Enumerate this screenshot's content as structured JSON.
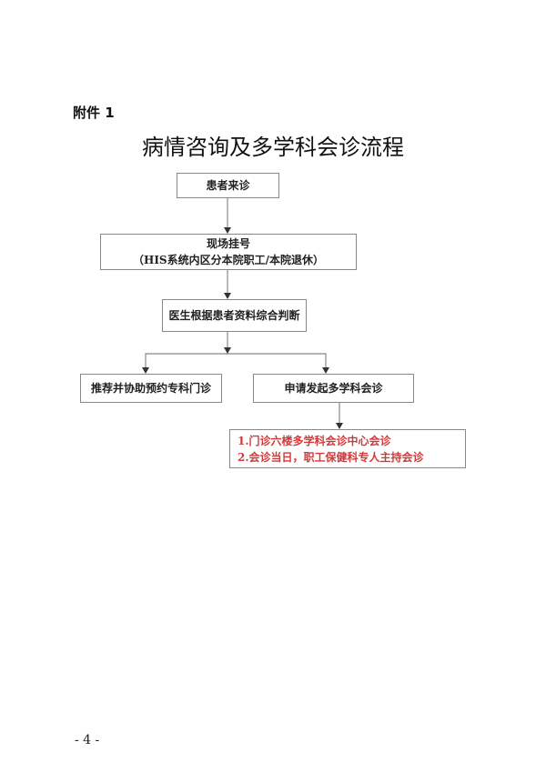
{
  "attachment_label": "附件 1",
  "title": "病情咨询及多学科会诊流程",
  "flow": {
    "step1": "患者来诊",
    "step2_line1": "现场挂号",
    "step2_line2": "（HIS系统内区分本院职工/本院退休）",
    "step3": "医生根据患者资料综合判断",
    "branch_left": "推荐并协助预约专科门诊",
    "branch_right": "申请发起多学科会诊",
    "note_line1": "1.门诊六楼多学科会诊中心会诊",
    "note_line2": "2.会诊当日，职工保健科专人主持会诊"
  },
  "page_number": "- 4 -",
  "colors": {
    "note_text": "#d23a3a",
    "border": "#888888"
  }
}
